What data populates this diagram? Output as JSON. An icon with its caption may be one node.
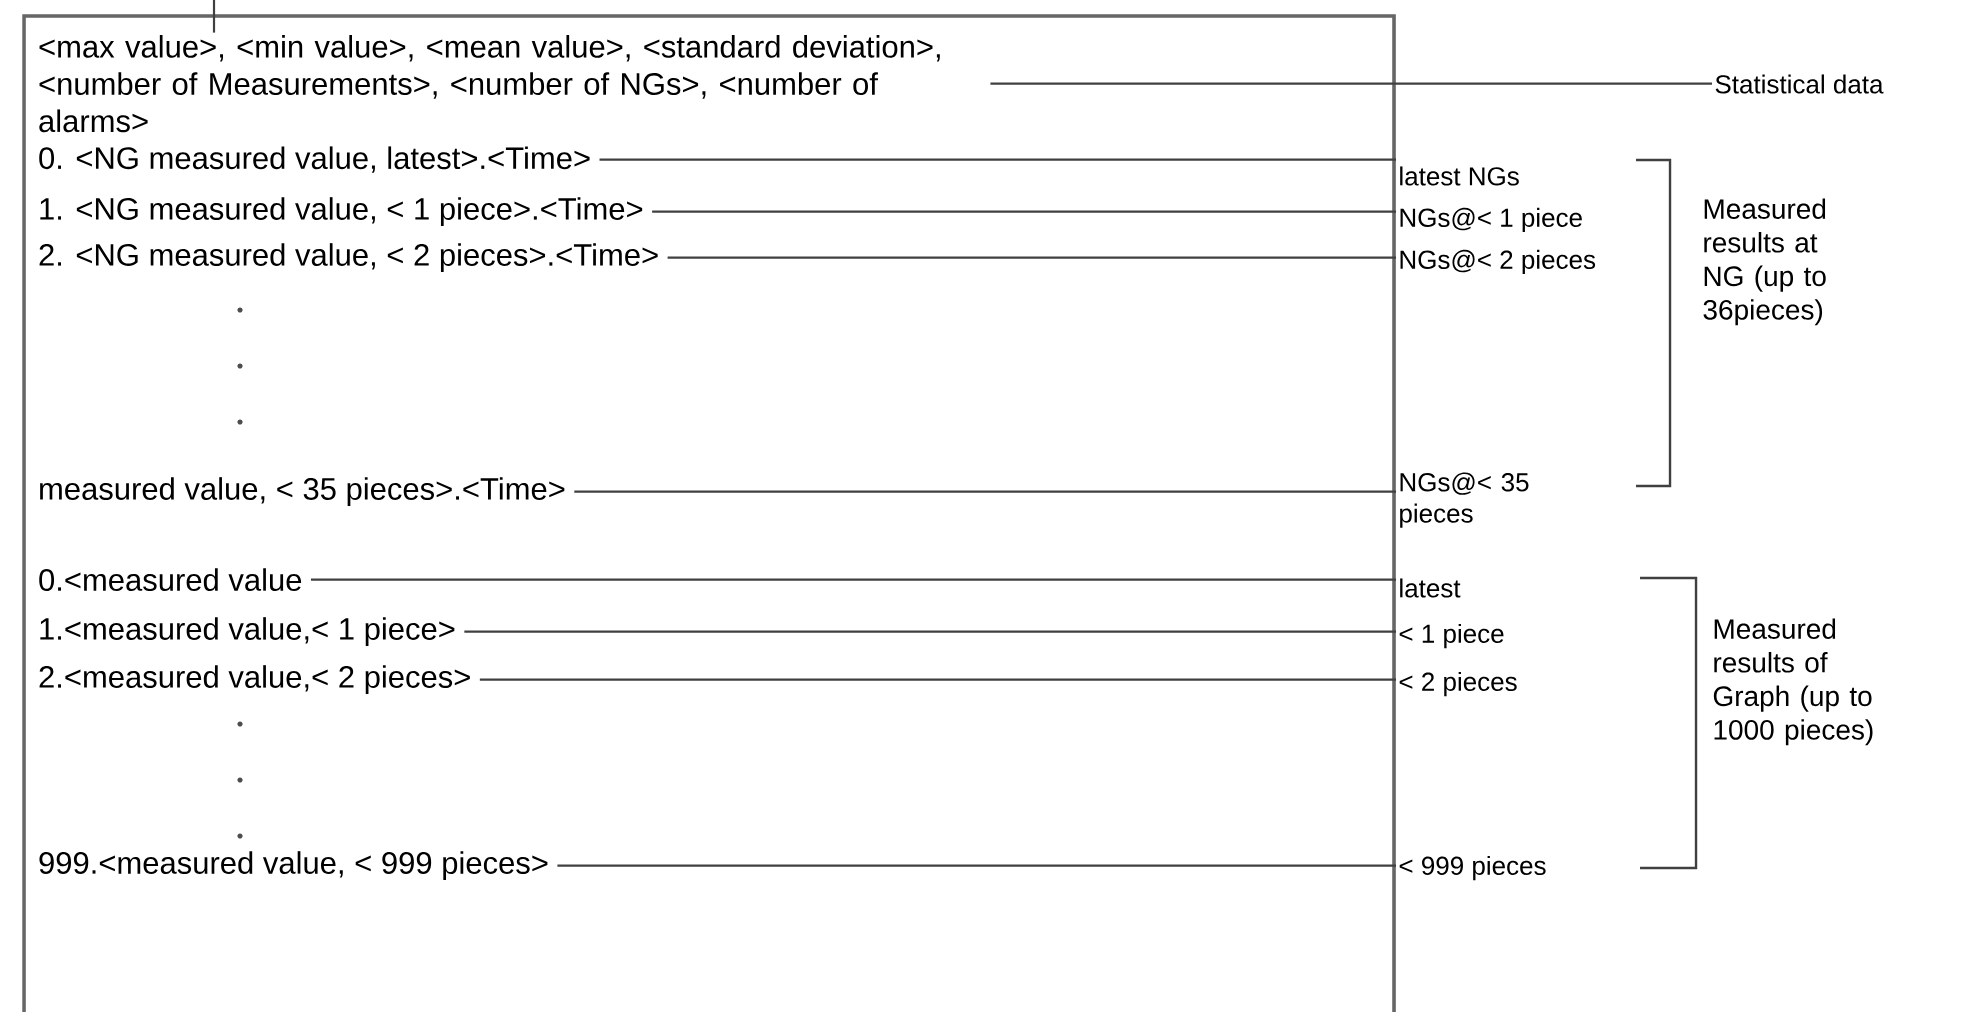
{
  "diagram": {
    "nodes": [
      {
        "text": [],
        "shape": "box"
      },
      {
        "text": [
          "<max value>, <min value>, <mean value>, <standard deviation>, <number of Measurements>, <number of NGs>, <number of alarms>"
        ],
        "in": 0
      },
      {
        "text": [
          "0. <NG measured value, latest>.<Time>"
        ],
        "in": 0
      },
      {
        "text": [
          "1. <NG measured value, < 1 piece>.<Time>"
        ],
        "in": 0
      },
      {
        "text": [
          "2. <NG measured value, < 2 pieces>.<Time>"
        ],
        "in": 0
      },
      {
        "text": [
          "measured value, < 35 pieces>.<Time>"
        ],
        "in": 0
      },
      {
        "text": [
          "0.<measured value"
        ],
        "in": 0
      },
      {
        "text": [
          "1.<measured value,< 1 piece>"
        ],
        "in": 0
      },
      {
        "text": [
          "2.<measured value,< 2 pieces>"
        ],
        "in": 0
      },
      {
        "text": [
          "999.<measured value, < 999 pieces>"
        ],
        "in": 0
      },
      {
        "text": [
          "Statistical data"
        ]
      },
      {
        "text": [
          "latest NGs"
        ]
      },
      {
        "text": [
          "NGs@< 1 piece"
        ]
      },
      {
        "text": [
          "NGs@< 2 pieces"
        ]
      },
      {
        "text": [
          "NGs@< 35 pieces"
        ]
      },
      {
        "text": [
          "latest"
        ]
      },
      {
        "text": [
          "< 1 piece"
        ]
      },
      {
        "text": [
          "< 2 pieces"
        ]
      },
      {
        "text": [
          "< 999 pieces"
        ]
      }
    ],
    "edges": [
      {
        "from": 1,
        "to": null,
        "arrow": "none"
      },
      {
        "from": 1,
        "to": 10,
        "arrow": "none"
      },
      {
        "from": 2,
        "to": 11,
        "arrow": "none"
      },
      {
        "from": 3,
        "to": 12,
        "arrow": "none"
      },
      {
        "from": 4,
        "to": 13,
        "arrow": "none"
      },
      {
        "from": 5,
        "to": 14,
        "arrow": "none"
      },
      {
        "from": 6,
        "to": 15,
        "arrow": "none"
      },
      {
        "from": 7,
        "to": 16,
        "arrow": "none"
      },
      {
        "from": 8,
        "to": 17,
        "arrow": "none"
      },
      {
        "from": 9,
        "to": 18,
        "arrow": "none"
      }
    ],
    "labels": [
      "Measured results at NG (up to 36pieces)",
      "Measured results of Graph (up to 1000 pieces)"
    ]
  }
}
